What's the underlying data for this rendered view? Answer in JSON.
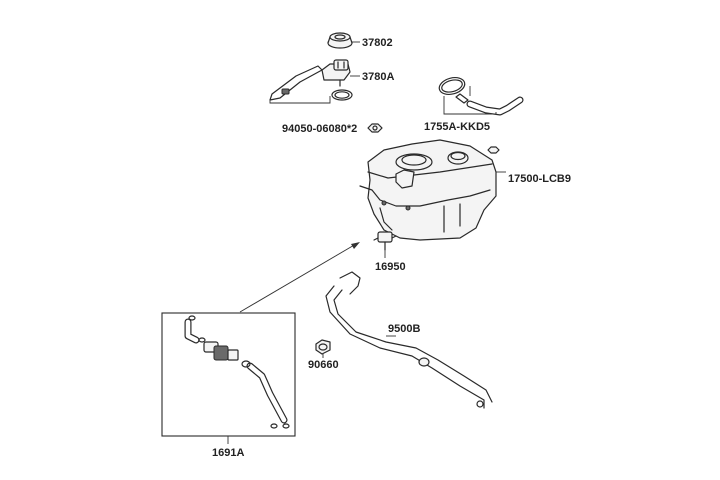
{
  "parts": [
    {
      "id": "p1",
      "code": "37802"
    },
    {
      "id": "p2",
      "code": "3780A"
    },
    {
      "id": "p3",
      "code": "1755A-KKD5"
    },
    {
      "id": "p4",
      "code": "94050-06080*2"
    },
    {
      "id": "p5",
      "code": "17500-LCB9"
    },
    {
      "id": "p6",
      "code": "16950"
    },
    {
      "id": "p7",
      "code": "9500B"
    },
    {
      "id": "p8",
      "code": "90660"
    },
    {
      "id": "p9",
      "code": "1691A"
    }
  ]
}
